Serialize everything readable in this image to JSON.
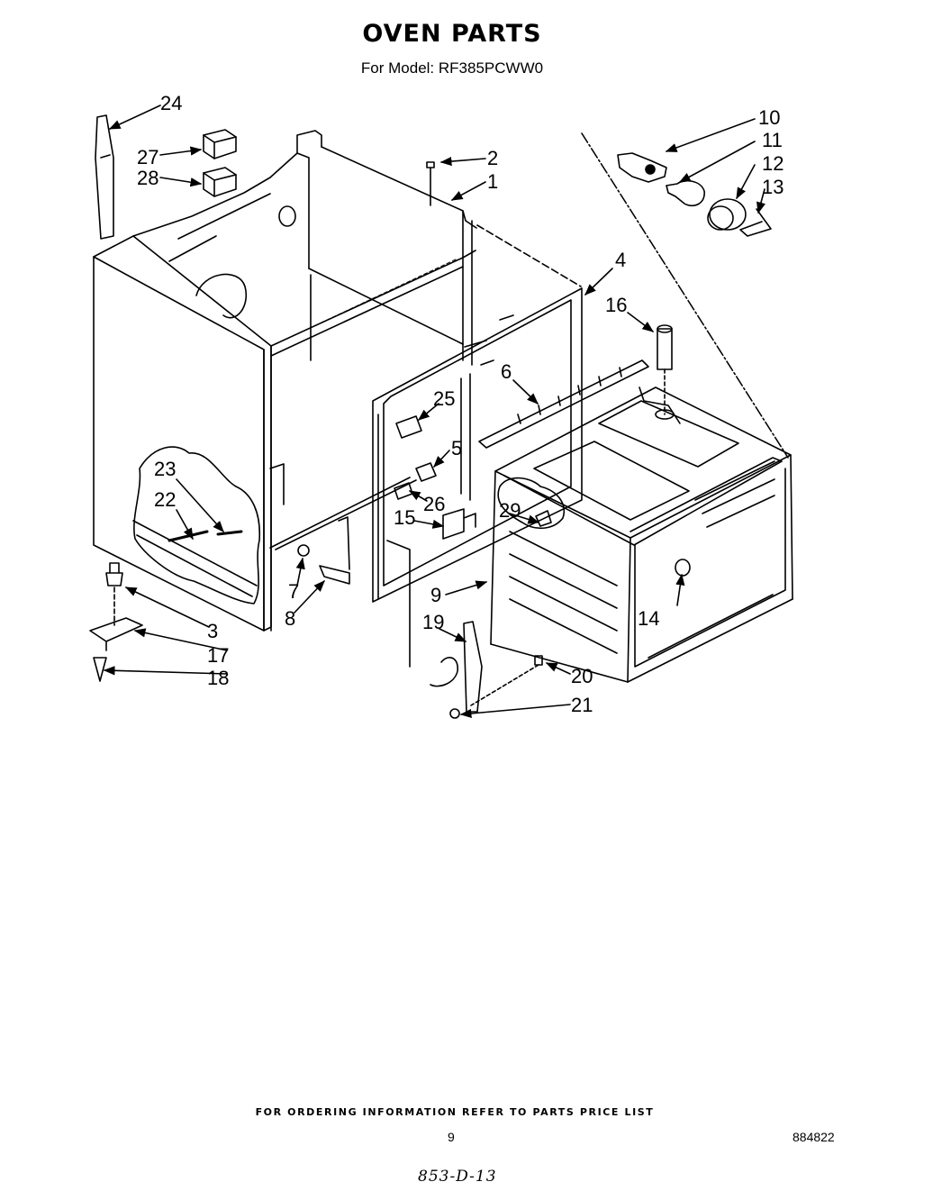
{
  "title": "OVEN PARTS",
  "subtitle": "For Model: RF385PCWW0",
  "callouts": [
    "1",
    "2",
    "3",
    "4",
    "5",
    "6",
    "7",
    "8",
    "9",
    "10",
    "11",
    "12",
    "13",
    "14",
    "15",
    "16",
    "17",
    "18",
    "19",
    "20",
    "21",
    "22",
    "23",
    "24",
    "25",
    "26",
    "27",
    "28",
    "29"
  ],
  "footer": {
    "ordering_note": "FOR ORDERING INFORMATION REFER TO PARTS PRICE LIST",
    "page_number": "9",
    "document_number": "884822",
    "handwritten_code": "853-D-13"
  }
}
